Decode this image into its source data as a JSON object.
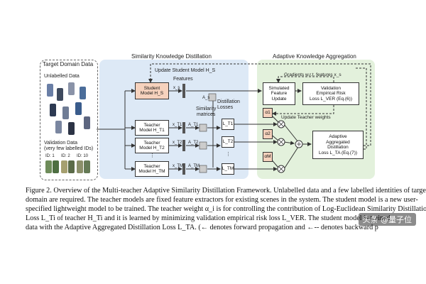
{
  "figure": {
    "sections": {
      "target": "Target Domain Data",
      "skd": "Similarity Knowledge Distillation",
      "aka": "Adaptive Knowledge Aggregation"
    },
    "target_panel": {
      "unlabelled": "Unlabelled Data",
      "validation_line1": "Validation Data",
      "validation_line2": "(very few labelled IDs)",
      "ids": [
        "ID: 1",
        "ID: 2",
        "ID: 10"
      ]
    },
    "update_student": "Update Student Model H_S",
    "student": {
      "line1": "Student",
      "line2": "Model H_S"
    },
    "teachers": [
      {
        "line1": "Teacher",
        "line2": "Model H_T1",
        "x": "x_T1",
        "a": "A_T1",
        "l": "L_T1",
        "alpha": "α1"
      },
      {
        "line1": "Teacher",
        "line2": "Model H_T2",
        "x": "x_T2",
        "a": "A_T2",
        "l": "L_T2",
        "alpha": "α2"
      },
      {
        "line1": "Teacher",
        "line2": "Model H_TM",
        "x": "x_TM",
        "a": "A_TM",
        "l": "L_TM",
        "alpha": "αM"
      }
    ],
    "student_x": "x_s",
    "student_a": "A_s",
    "features": "Features",
    "similarity": "Similarity\nmatrices",
    "distillation_losses": "Distillation\nLosses",
    "dots": "⋮",
    "gradients": "Gradients w.r.t. features x_s",
    "simulated": {
      "line1": "Simulated",
      "line2": "Feature",
      "line3": "Update"
    },
    "validation": {
      "line1": "Validation",
      "line2": "Empirical Risk",
      "line3": "Loss L_VER (Eq.(6))"
    },
    "update_teacher": "Update Teacher weights",
    "adaptive": {
      "line1": "Adaptive",
      "line2": "Aggregated",
      "line3": "Distillation",
      "line4": "Loss L_TA (Eq.(7))"
    }
  },
  "caption": {
    "lines": [
      "Figure 2. Overview of the Multi-teacher Adaptive Similarity Distillation Framework. Unlabelled data and a few labelled identities of target",
      "domain are required.  The teacher models are fixed feature extractors for existing scenes in the system.  The student model is a new user-",
      "specified lightweight model to be trained. The teacher weight α_i is for controlling the contribution of Log-Euclidean Similarity Distillation",
      "Loss L_Ti of teacher H_Ti and it is learned by minimizing validation empirical risk loss L_VER. The student model is trained",
      "data with the Adaptive Aggregated Distillation Loss L_TA. (← denotes forward propagation and ←-- denotes backward p"
    ]
  },
  "watermark": "头条 @量子位",
  "colors": {
    "skd_panel": "#dde9f6",
    "aka_panel": "#e3f1dc",
    "student_box": "#f6d2bd",
    "alpha_box": "#f6d2bd",
    "accent_dark": "#333333"
  }
}
